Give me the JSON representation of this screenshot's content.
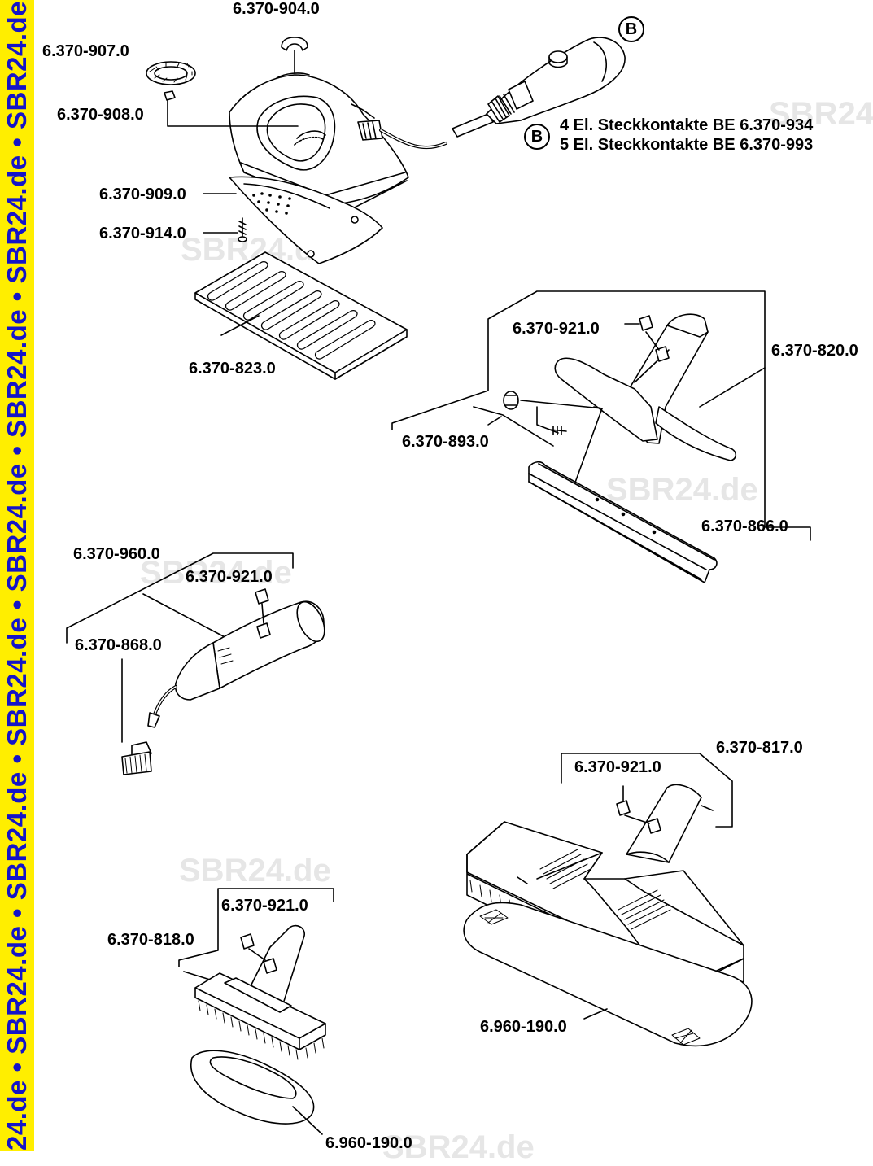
{
  "watermark_band": {
    "text": "24.de • SBR24.de • SBR24.de • SBR24.de • SBR24.de • SBR24.de • SBR24.de • SBR24.de • SBR",
    "background": "#ffee00",
    "text_color": "#1414c8"
  },
  "watermarks": [
    "SBR24.de",
    "SBR24.de",
    "SBR24.de",
    "SBR24.de",
    "SBR24.de",
    "SBR24.de"
  ],
  "callouts": {
    "p904": "6.370-904.0",
    "p907": "6.370-907.0",
    "p908": "6.370-908.0",
    "p909": "6.370-909.0",
    "p914": "6.370-914.0",
    "p823": "6.370-823.0",
    "p921_a": "6.370-921.0",
    "p820": "6.370-820.0",
    "p893": "6.370-893.0",
    "p866": "6.370-866.0",
    "p960": "6.370-960.0",
    "p921_b": "6.370-921.0",
    "p868": "6.370-868.0",
    "p817": "6.370-817.0",
    "p921_c": "6.370-921.0",
    "p921_d": "6.370-921.0",
    "p818": "6.370-818.0",
    "p190_a": "6.960-190.0",
    "p190_b": "6.960-190.0"
  },
  "reference_marker": "B",
  "notes": {
    "line1": "4 El. Steckkontakte BE 6.370-934",
    "line2": "5 El. Steckkontakte BE 6.370-993"
  }
}
